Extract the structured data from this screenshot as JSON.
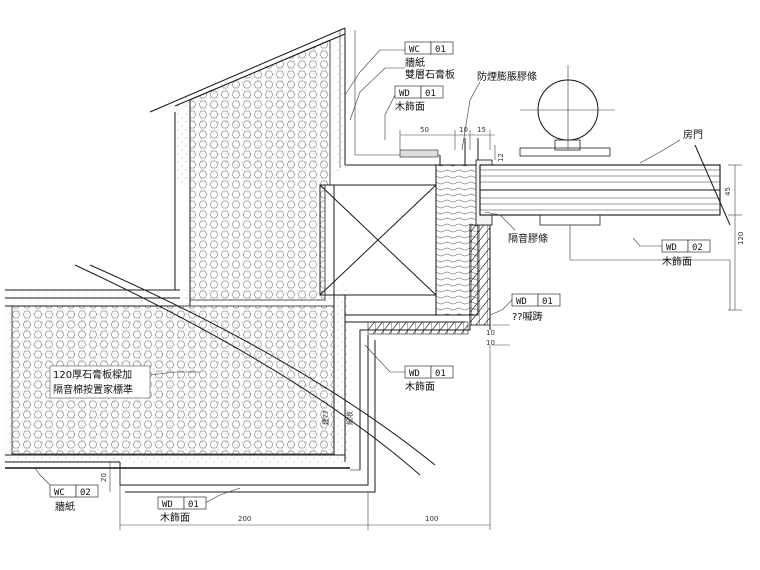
{
  "tags": {
    "wc01": {
      "code": "WC",
      "num": "01"
    },
    "wd01_top": {
      "code": "WD",
      "num": "01"
    },
    "wd02": {
      "code": "WD",
      "num": "02"
    },
    "wd01_right": {
      "code": "WD",
      "num": "01"
    },
    "wd01_mid": {
      "code": "WD",
      "num": "01"
    },
    "wc02": {
      "code": "WC",
      "num": "02"
    },
    "wd01_bottom": {
      "code": "WD",
      "num": "01"
    }
  },
  "labels": {
    "wallpaper_top": "牆紙",
    "double_gypsum": "雙層石膏板",
    "wood_finish_top": "木飾面",
    "smoke_seal": "防煙膨脹膠條",
    "door": "房門",
    "acoustic_seal": "隔音膠條",
    "wood_finish_right": "木飾面",
    "latch": "??嘁踌",
    "wood_finish_mid": "木飾面",
    "partition_line1": "120厚石膏板樑加",
    "partition_line2": "隔音棉按置家標準",
    "wallpaper_bottom": "牆紙",
    "wood_finish_bottom": "木飾面",
    "vertical_note_a": "建??",
    "vertical_note_b": "紙收"
  },
  "dimensions": {
    "d50": "50",
    "d10a": "10",
    "d15": "15",
    "d12": "12",
    "d45": "45",
    "d120": "120",
    "d10b": "10",
    "d10c": "10",
    "d20": "20",
    "d200": "200",
    "d100": "100"
  }
}
